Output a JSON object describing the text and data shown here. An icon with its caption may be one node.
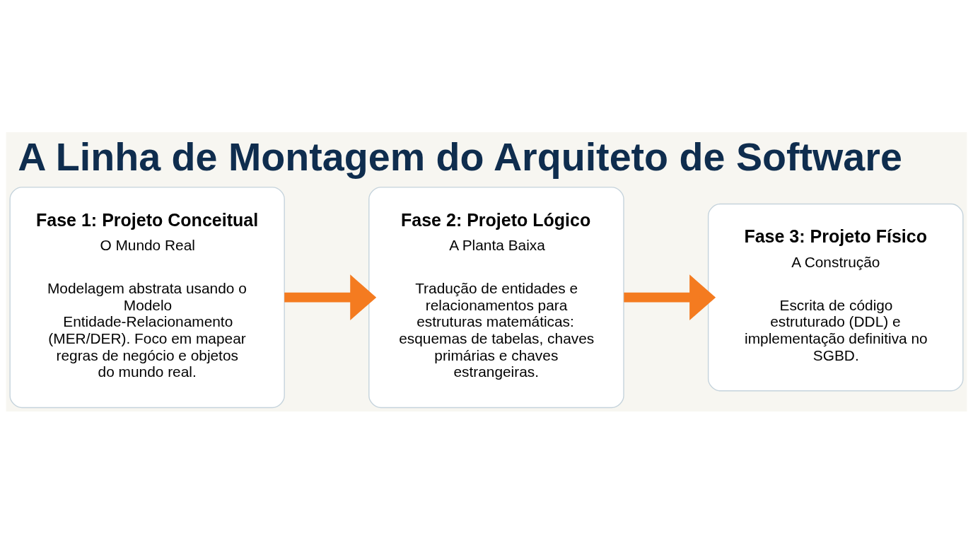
{
  "diagram": {
    "title": "A Linha de Montagem do Arquiteto de Software",
    "nodes": [
      {
        "text": [
          "Fase 1: Projeto Conceitual",
          "O Mundo Real",
          "Modelagem abstrata usando o Modelo Entidade-Relacionamento (MER/DER). Foco em mapear regras de negócio e objetos do mundo real."
        ]
      },
      {
        "text": [
          "Fase 2: Projeto Lógico",
          "A Planta Baixa",
          "Tradução de entidades e relacionamentos para estruturas matemáticas: esquemas de tabelas, chaves primárias e chaves estrangeiras."
        ]
      },
      {
        "text": [
          "Fase 3: Projeto Físico",
          "A Construção",
          "Escrita de código estruturado (DDL) e implementação definitiva no SGBD."
        ]
      }
    ],
    "edges": [
      {
        "from": 0,
        "to": 1,
        "arrow": "to"
      },
      {
        "from": 1,
        "to": 2,
        "arrow": "to"
      }
    ]
  }
}
